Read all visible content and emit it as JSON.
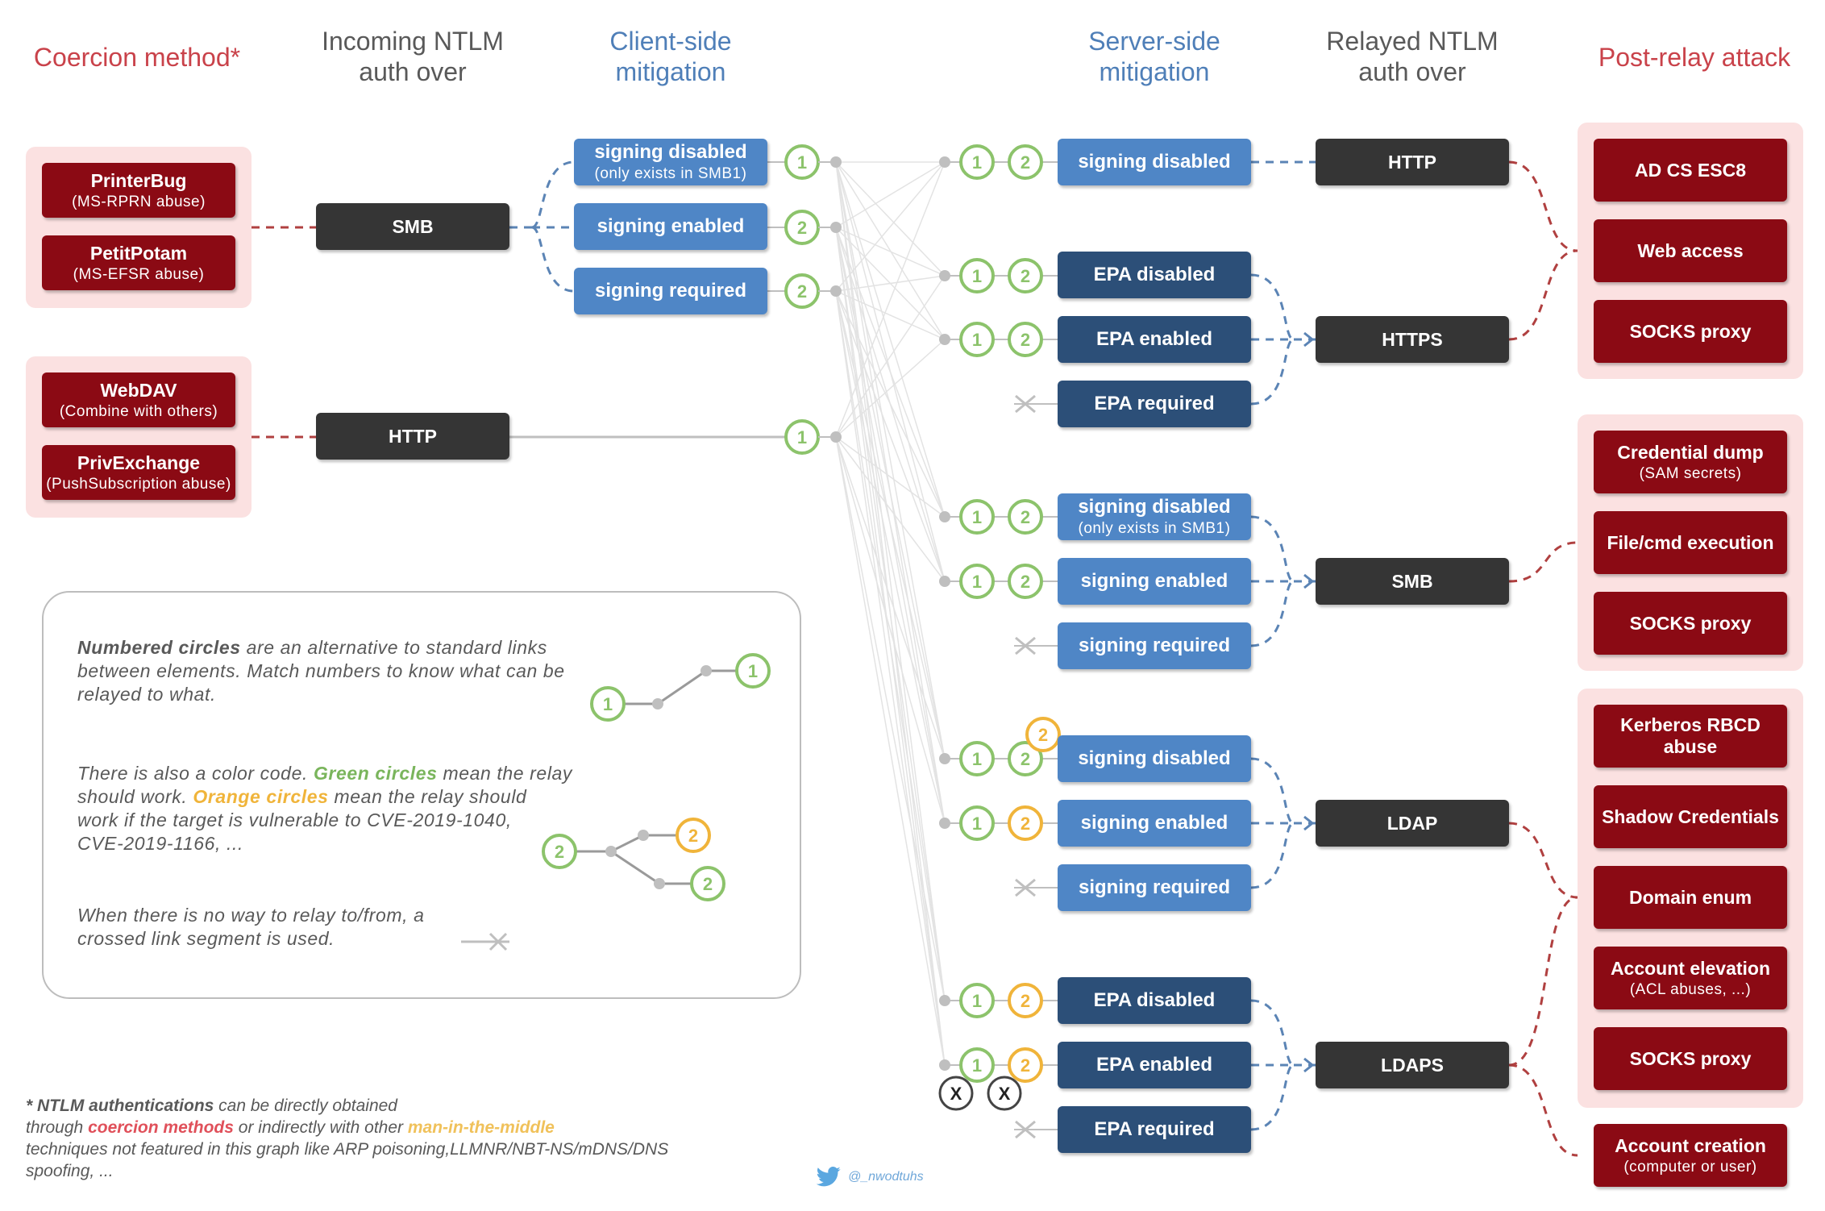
{
  "headers": {
    "coercion": "Coercion method*",
    "incoming": "Incoming NTLM\nauth over",
    "client": "Client-side\nmitigation",
    "server": "Server-side\nmitigation",
    "relayed": "Relayed NTLM\nauth over",
    "post": "Post-relay attack"
  },
  "coercion": [
    {
      "title": "PrinterBug",
      "sub": "(MS-RPRN abuse)"
    },
    {
      "title": "PetitPotam",
      "sub": "(MS-EFSR abuse)"
    },
    {
      "title": "WebDAV",
      "sub": "(Combine with others)"
    },
    {
      "title": "PrivExchange",
      "sub": "(PushSubscription abuse)"
    }
  ],
  "incoming": {
    "smb": "SMB",
    "http": "HTTP"
  },
  "client": [
    {
      "title": "signing disabled",
      "sub": "(only exists in SMB1)"
    },
    {
      "title": "signing enabled"
    },
    {
      "title": "signing required"
    }
  ],
  "server": {
    "http_signing_disabled": "signing disabled",
    "https": [
      "EPA disabled",
      "EPA enabled",
      "EPA required"
    ],
    "smb": [
      {
        "title": "signing disabled",
        "sub": "(only exists in SMB1)"
      },
      {
        "title": "signing enabled"
      },
      {
        "title": "signing required"
      }
    ],
    "ldap": [
      "signing disabled",
      "signing enabled",
      "signing required"
    ],
    "ldaps": [
      "EPA disabled",
      "EPA enabled",
      "EPA required"
    ]
  },
  "relayed": {
    "http": "HTTP",
    "https": "HTTPS",
    "smb": "SMB",
    "ldap": "LDAP",
    "ldaps": "LDAPS"
  },
  "post": {
    "web": [
      {
        "title": "AD CS ESC8"
      },
      {
        "title": "Web access"
      },
      {
        "title": "SOCKS proxy"
      }
    ],
    "smb": [
      {
        "title": "Credential dump",
        "sub": "(SAM secrets)"
      },
      {
        "title": "File/cmd execution"
      },
      {
        "title": "SOCKS proxy"
      }
    ],
    "ldap": [
      {
        "title": "Kerberos RBCD",
        "title2": "abuse"
      },
      {
        "title": "Shadow Credentials"
      },
      {
        "title": "Domain enum"
      },
      {
        "title": "Account elevation",
        "sub": "(ACL abuses, ...)"
      },
      {
        "title": "SOCKS proxy"
      }
    ],
    "creation": {
      "title": "Account creation",
      "sub": "(computer or user)"
    }
  },
  "circle_labels": {
    "one": "1",
    "two": "2",
    "cross": "X"
  },
  "legend": {
    "p1_bold": "Numbered circles",
    "p1_rest1": " are an alternative to standard links",
    "p1_line2": "between elements. Match numbers to know what can be",
    "p1_line3": "relayed to what.",
    "p2_a": "There is also a color code. ",
    "p2_green": "Green circles",
    "p2_b": " mean the relay",
    "p2_line2": "should work. ",
    "p2_orange": "Orange circles",
    "p2_c": " mean the relay should",
    "p2_line3": "work if the target is vulnerable to CVE-2019-1040,",
    "p2_line4": "CVE-2019-1166, ...",
    "p3_line1": "When there is no way to relay to/from, a",
    "p3_line2": "crossed link segment is used."
  },
  "footnote": {
    "star": "* NTLM authentications",
    "a": " can be directly obtained",
    "b": "through ",
    "coercion": "coercion methods",
    "c": " or indirectly with other ",
    "mitm": "man-in-the-middle",
    "line3": "techniques not featured in this graph like ARP poisoning,LLMNR/NBT-NS/mDNS/DNS",
    "line4": "spoofing, ..."
  },
  "twitter": "@_nwodtuhs",
  "colors": {
    "red_box": "#8b0a14",
    "dark_box": "#353535",
    "light_blue_box": "#4f86c6",
    "dark_blue_box": "#2c4f78",
    "green_circle": "#8cc36b",
    "orange_circle": "#f0b43a",
    "pink_group": "#fbe1e1",
    "red_link": "#b04040",
    "blue_link": "#5b84b5"
  }
}
